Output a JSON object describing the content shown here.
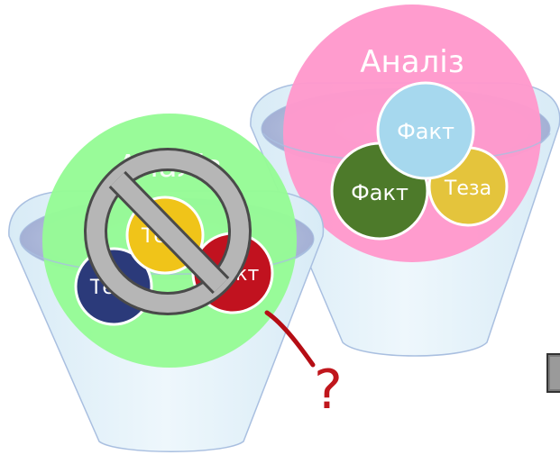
{
  "left_group": {
    "title": "Аналіз",
    "balls": [
      {
        "label": "Теза",
        "color": "#f0c419"
      },
      {
        "label": "Факт",
        "color": "#c1121f"
      },
      {
        "label": "Теза",
        "color": "#2b3a7a"
      }
    ],
    "container_color": "#96fb96",
    "prohibition_icon": "no-entry-icon"
  },
  "right_group": {
    "title": "Аналіз",
    "balls": [
      {
        "label": "Факт",
        "color": "#a6d8ee"
      },
      {
        "label": "Факт",
        "color": "#4d7a2a"
      },
      {
        "label": "Теза",
        "color": "#f0c419"
      }
    ],
    "container_color": "#ff99cc"
  },
  "question_mark": "?",
  "colors": {
    "cup_fill": "#e8f4fb",
    "cup_stroke": "#a9bfe0",
    "pointer_line": "#b50d14",
    "question_mark": "#c0161c"
  }
}
